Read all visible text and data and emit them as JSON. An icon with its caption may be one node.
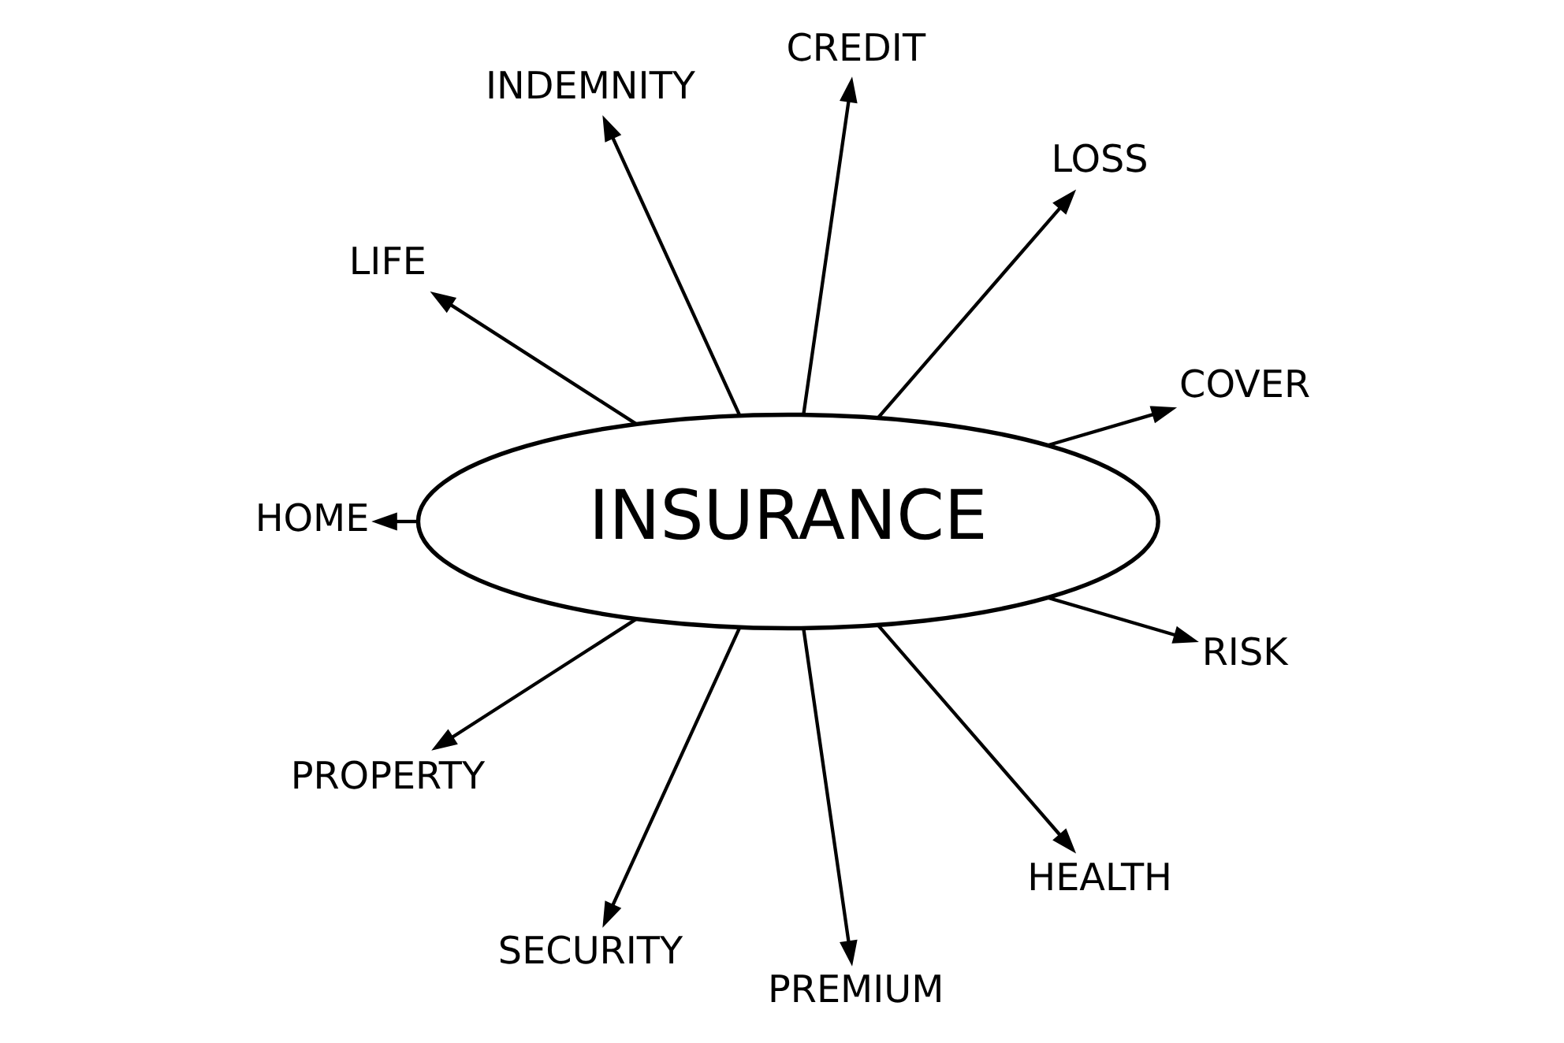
{
  "diagram": {
    "nodes": [
      {
        "text": [
          "INSURANCE"
        ]
      },
      {
        "text": [
          "INDEMNITY"
        ]
      },
      {
        "text": [
          "CREDIT"
        ]
      },
      {
        "text": [
          "LIFE"
        ]
      },
      {
        "text": [
          "LOSS"
        ]
      },
      {
        "text": [
          "COVER"
        ]
      },
      {
        "text": [
          "RISK"
        ]
      },
      {
        "text": [
          "HOME"
        ]
      },
      {
        "text": [
          "PROPERTY"
        ]
      },
      {
        "text": [
          "PREMIUM"
        ]
      },
      {
        "text": [
          "HEALTH"
        ]
      },
      {
        "text": [
          "SECURITY"
        ]
      }
    ],
    "edges": [
      {
        "from": 0,
        "to": 5,
        "arrow": "to"
      },
      {
        "from": 0,
        "to": 4,
        "arrow": "to"
      },
      {
        "from": 0,
        "to": 2,
        "arrow": "to"
      },
      {
        "from": 0,
        "to": 1,
        "arrow": "to"
      },
      {
        "from": 0,
        "to": 3,
        "arrow": "to"
      },
      {
        "from": 0,
        "to": 7,
        "arrow": "to"
      },
      {
        "from": 0,
        "to": 8,
        "arrow": "to"
      },
      {
        "from": 0,
        "to": 11,
        "arrow": "to"
      },
      {
        "from": 0,
        "to": 9,
        "arrow": "to"
      },
      {
        "from": 0,
        "to": 10,
        "arrow": "to"
      },
      {
        "from": 0,
        "to": 6,
        "arrow": "to"
      }
    ]
  }
}
